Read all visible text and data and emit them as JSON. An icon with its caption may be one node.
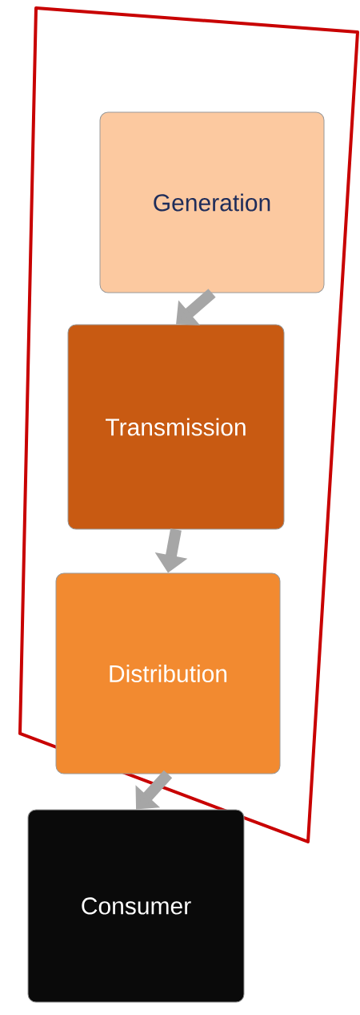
{
  "diagram": {
    "nodes": [
      {
        "text": [
          "Generation"
        ]
      },
      {
        "text": [
          "Transmission"
        ]
      },
      {
        "text": [
          "Distribution"
        ]
      },
      {
        "text": [
          "Consumer"
        ]
      }
    ],
    "edges": [
      {
        "from": 0,
        "to": 1,
        "arrow": "to"
      },
      {
        "from": 1,
        "to": 2,
        "arrow": "to"
      },
      {
        "from": 2,
        "to": 3,
        "arrow": "to"
      }
    ]
  }
}
